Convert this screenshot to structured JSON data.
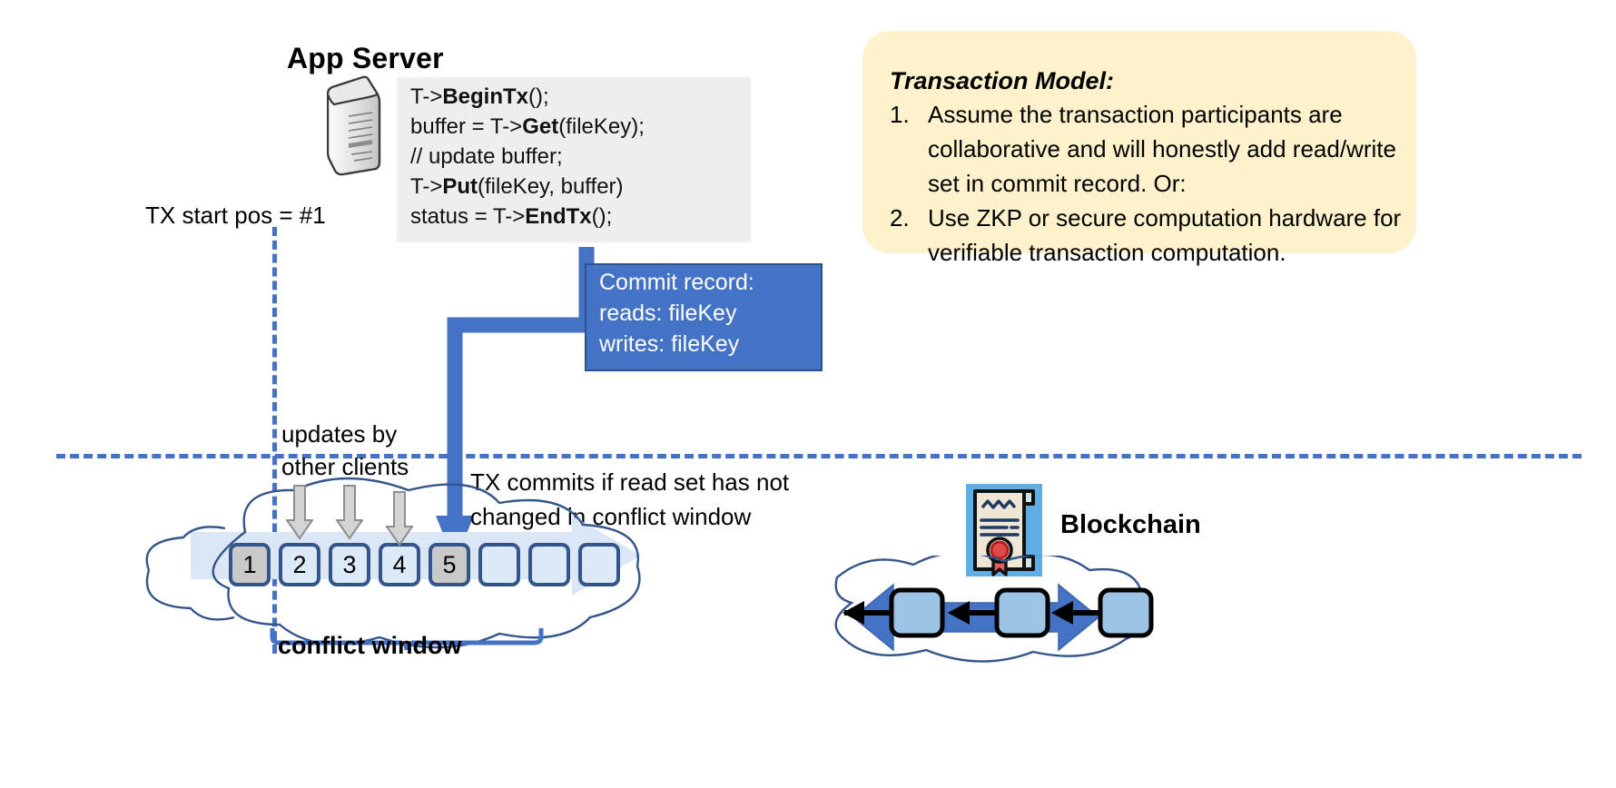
{
  "app_server": {
    "title": "App Server",
    "icon": "server-tower-icon",
    "code": [
      {
        "plain1": "T->",
        "bold": "BeginTx",
        "plain2": "();"
      },
      {
        "plain1": "buffer = T->",
        "bold": "Get",
        "plain2": "(fileKey);"
      },
      {
        "plain1": "// update buffer;",
        "bold": "",
        "plain2": ""
      },
      {
        "plain1": "T->",
        "bold": "Put",
        "plain2": "(fileKey, buffer)"
      },
      {
        "plain1": "status = T->",
        "bold": "EndTx",
        "plain2": "();"
      }
    ]
  },
  "tx_start": {
    "label": "TX start pos = #1"
  },
  "commit_record": {
    "title": "Commit record:",
    "reads": "reads: fileKey",
    "writes": "writes: fileKey",
    "fill_color": "#4472c4"
  },
  "transaction_model": {
    "title": "Transaction Model:",
    "fill_color": "#fdf2cc",
    "items": [
      {
        "num": "1.",
        "text": "Assume the transaction participants are collaborative and will honestly add read/write set in commit record.  Or:"
      },
      {
        "num": "2.",
        "text": "Use ZKP or secure computation hardware for verifiable transaction computation."
      }
    ]
  },
  "ledger": {
    "updates_label_line1": "updates by",
    "updates_label_line2": "other clients",
    "commits_label_line1": "TX commits if read set has not",
    "commits_label_line2": "changed in conflict window",
    "conflict_window_label": "conflict window",
    "blocks": [
      {
        "label": "1",
        "state": "committed"
      },
      {
        "label": "2",
        "state": "update"
      },
      {
        "label": "3",
        "state": "update"
      },
      {
        "label": "4",
        "state": "update"
      },
      {
        "label": "5",
        "state": "committed"
      },
      {
        "label": "",
        "state": "empty"
      },
      {
        "label": "",
        "state": "empty"
      },
      {
        "label": "",
        "state": "empty"
      }
    ],
    "block_border_color": "#34558b",
    "block_fill_color": "#dce9f7",
    "block_committed_fill": "#c9c9c9"
  },
  "blockchain": {
    "label": "Blockchain",
    "icon": "certificate-icon",
    "block_count": 3,
    "block_fill_color": "#9dc3e6",
    "arrow_color": "#4472c4"
  }
}
